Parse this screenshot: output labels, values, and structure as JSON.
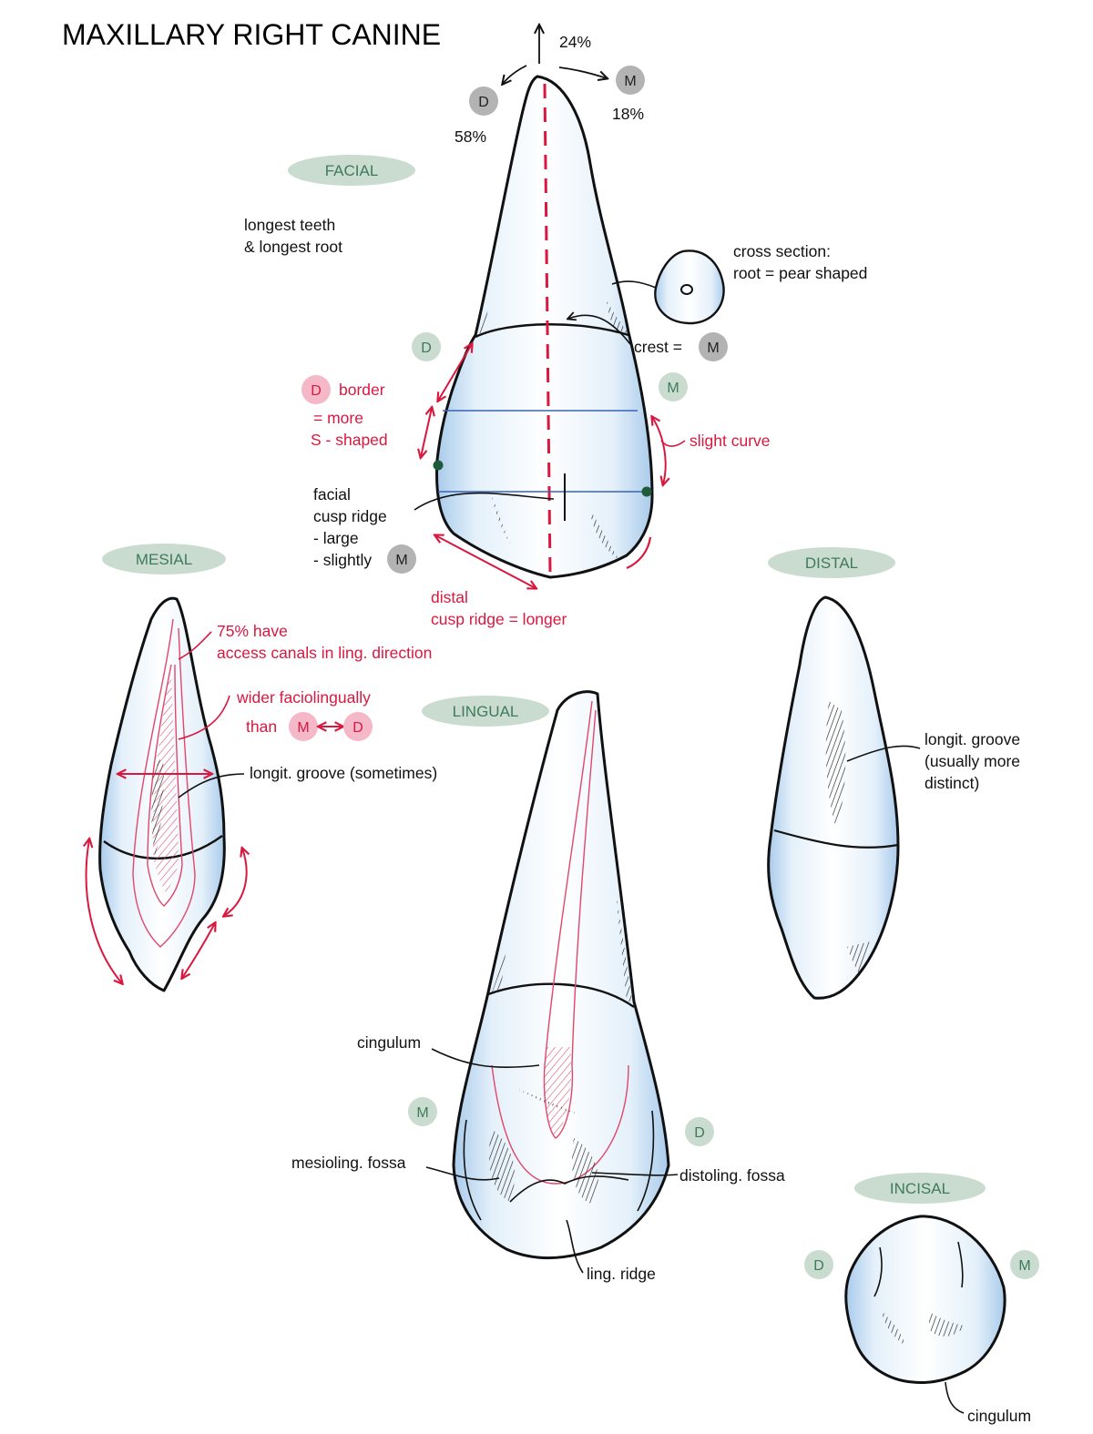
{
  "title": "MAXILLARY RIGHT CANINE",
  "colors": {
    "pill_fill": "#c9dccf",
    "pill_text": "#3f7a5b",
    "badge_gray": "#b3b3b3",
    "badge_green": "#c9dccf",
    "badge_pink": "#f5b8c8",
    "red": "#d9183f",
    "tooth_blue": "#bcd7ef"
  },
  "views": {
    "facial": "FACIAL",
    "mesial": "MESIAL",
    "distal": "DISTAL",
    "lingual": "LINGUAL",
    "incisal": "INCISAL"
  },
  "badges": {
    "d": "D",
    "m": "M"
  },
  "facial": {
    "pct_top": "24%",
    "pct_distal": "58%",
    "pct_mesial": "18%",
    "longest_1": "longest teeth",
    "longest_2": "& longest root",
    "cross_1": "cross section:",
    "cross_2": "root = pear shaped",
    "crest": "crest =",
    "border": "border",
    "border_2": "= more",
    "border_3": "S - shaped",
    "slight_curve": "slight curve",
    "cusp_1": "facial",
    "cusp_2": "cusp ridge",
    "cusp_3": "- large",
    "cusp_4": "- slightly",
    "distal_ridge_1": "distal",
    "distal_ridge_2": "cusp ridge = longer"
  },
  "mesial": {
    "canals_1": "75% have",
    "canals_2": "access canals in ling. direction",
    "wider_1": "wider faciolingually",
    "wider_2": "than",
    "groove": "longit. groove (sometimes)"
  },
  "distal": {
    "groove_1": "longit. groove",
    "groove_2": "(usually more",
    "groove_3": "distinct)"
  },
  "lingual": {
    "cingulum": "cingulum",
    "mesioling": "mesioling. fossa",
    "distoling": "distoling. fossa",
    "ling_ridge": "ling. ridge"
  },
  "incisal": {
    "cingulum": "cingulum"
  }
}
